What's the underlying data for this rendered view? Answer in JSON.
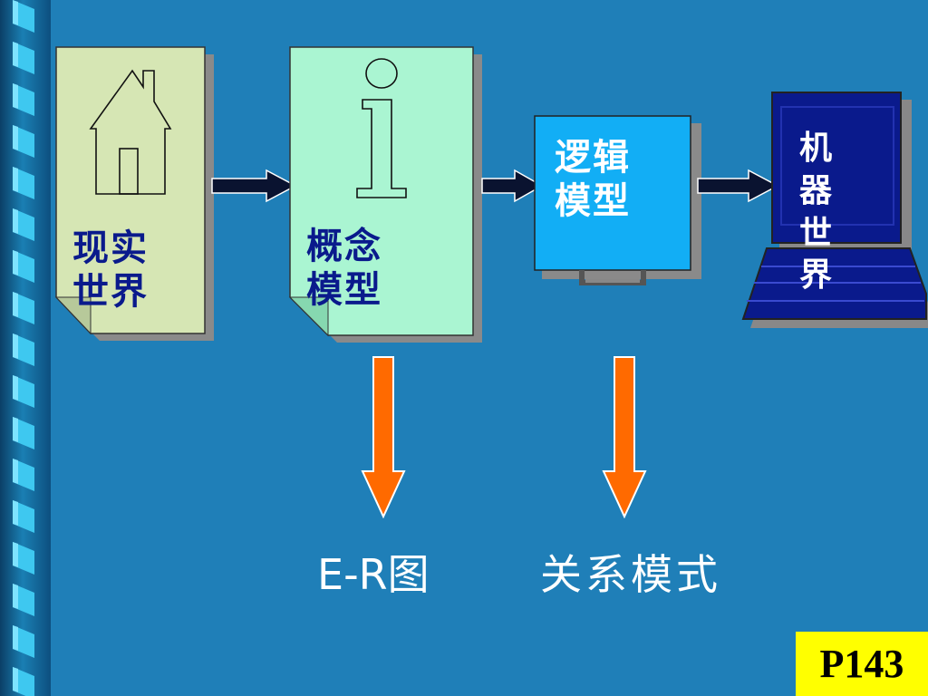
{
  "stages": {
    "real_world": "现实\n世界",
    "conceptual_model": "概念\n模型",
    "logical_model": "逻辑\n模型",
    "machine_world": "机器世界"
  },
  "outputs": {
    "er_diagram": "E-R图",
    "relational_schema": "关系模式"
  },
  "page_ref": "P143",
  "colors": {
    "background": "#1f7fb8",
    "real_world_card": "#d6e6b4",
    "conceptual_card": "#aaf5d2",
    "logical_card": "#12aef5",
    "machine_screen": "#0a1a8c",
    "down_arrow": "#ff6a00",
    "page_badge": "#ffff00"
  },
  "icons": [
    "house-icon",
    "info-icon",
    "computer-icon"
  ]
}
